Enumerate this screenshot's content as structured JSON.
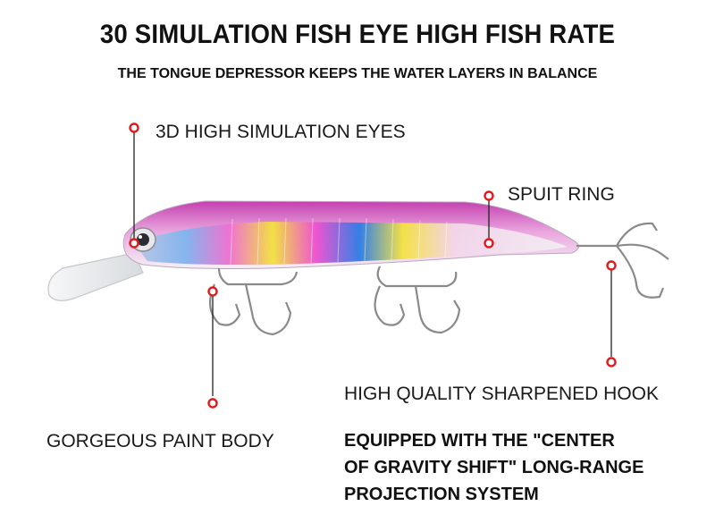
{
  "header": {
    "title": "30 SIMULATION FISH EYE HIGH FISH RATE",
    "subtitle": "THE TONGUE DEPRESSOR KEEPS THE WATER LAYERS IN BALANCE"
  },
  "callouts": {
    "eyes": "3D HIGH SIMULATION EYES",
    "ring": "SPUIT RING",
    "hook": "HIGH QUALITY SHARPENED HOOK",
    "paint": "GORGEOUS PAINT BODY"
  },
  "feature": {
    "line1": "EQUIPPED WITH THE \"CENTER",
    "line2": "OF GRAVITY SHIFT\" LONG-RANGE",
    "line3": "PROJECTION SYSTEM"
  },
  "colors": {
    "marker": "#e01b1b",
    "lure_top": "#c43fb0",
    "hook_metal": "#8a8a8a"
  }
}
